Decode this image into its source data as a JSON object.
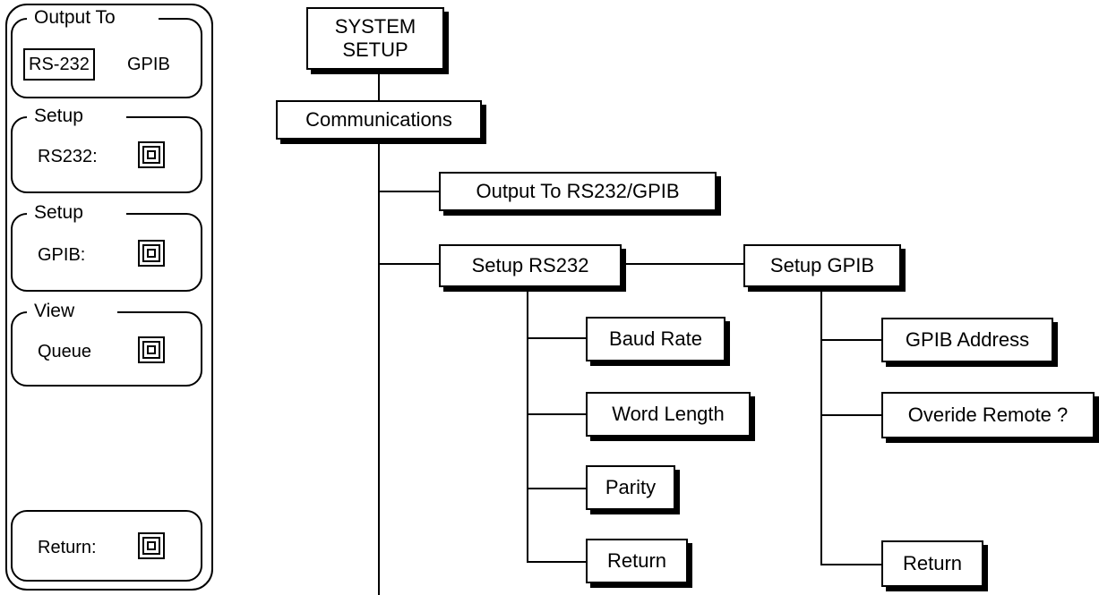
{
  "left_panel": {
    "output_to": {
      "caption": "Output To",
      "option_rs232": "RS-232",
      "option_gpib": "GPIB"
    },
    "setup_rs232": {
      "caption": "Setup",
      "label": "RS232:",
      "key_icon": "softkey-icon"
    },
    "setup_gpib": {
      "caption": "Setup",
      "label": "GPIB:",
      "key_icon": "softkey-icon"
    },
    "view_queue": {
      "caption": "View",
      "label": "Queue",
      "key_icon": "softkey-icon"
    },
    "return": {
      "label": "Return:",
      "key_icon": "softkey-icon"
    }
  },
  "tree": {
    "root_line1": "SYSTEM",
    "root_line2": "SETUP",
    "communications": "Communications",
    "output_to": "Output To RS232/GPIB",
    "setup_rs232": "Setup RS232",
    "setup_gpib": "Setup GPIB",
    "rs232_children": [
      "Baud Rate",
      "Word Length",
      "Parity",
      "Return"
    ],
    "gpib_children": [
      "GPIB Address",
      "Overide Remote ?",
      "Return"
    ]
  }
}
